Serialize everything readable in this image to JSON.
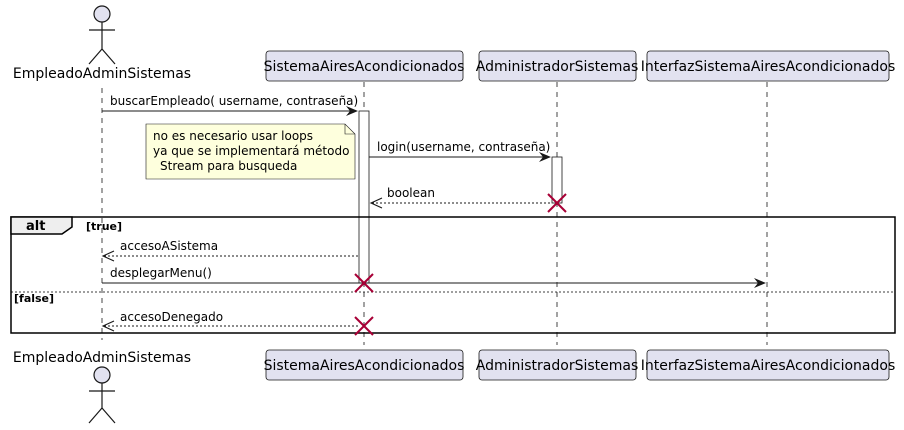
{
  "participants": {
    "empleado": "EmpleadoAdminSistemas",
    "sistema": "SistemaAiresAcondicionados",
    "admin": "AdministradorSistemas",
    "interfaz": "InterfazSistemaAiresAcondicionados"
  },
  "messages": {
    "m1": "buscarEmpleado( username, contraseña)",
    "m2": "login(username, contraseña)",
    "m3": "boolean",
    "m4": "accesoASistema",
    "m5": "desplegarMenu()",
    "m6": "accesoDenegado"
  },
  "note": {
    "line1": "no es necesario usar loops",
    "line2": "ya que se implementará método",
    "line3": "Stream para busqueda"
  },
  "fragment": {
    "operator": "alt",
    "guard_true": "[true]",
    "guard_false": "[false]"
  },
  "colors": {
    "participant_fill": "#E2E2F0",
    "participant_border": "#181818",
    "note_fill": "#FEFFDD",
    "lifeline": "#181818",
    "destroy": "#A80036"
  }
}
